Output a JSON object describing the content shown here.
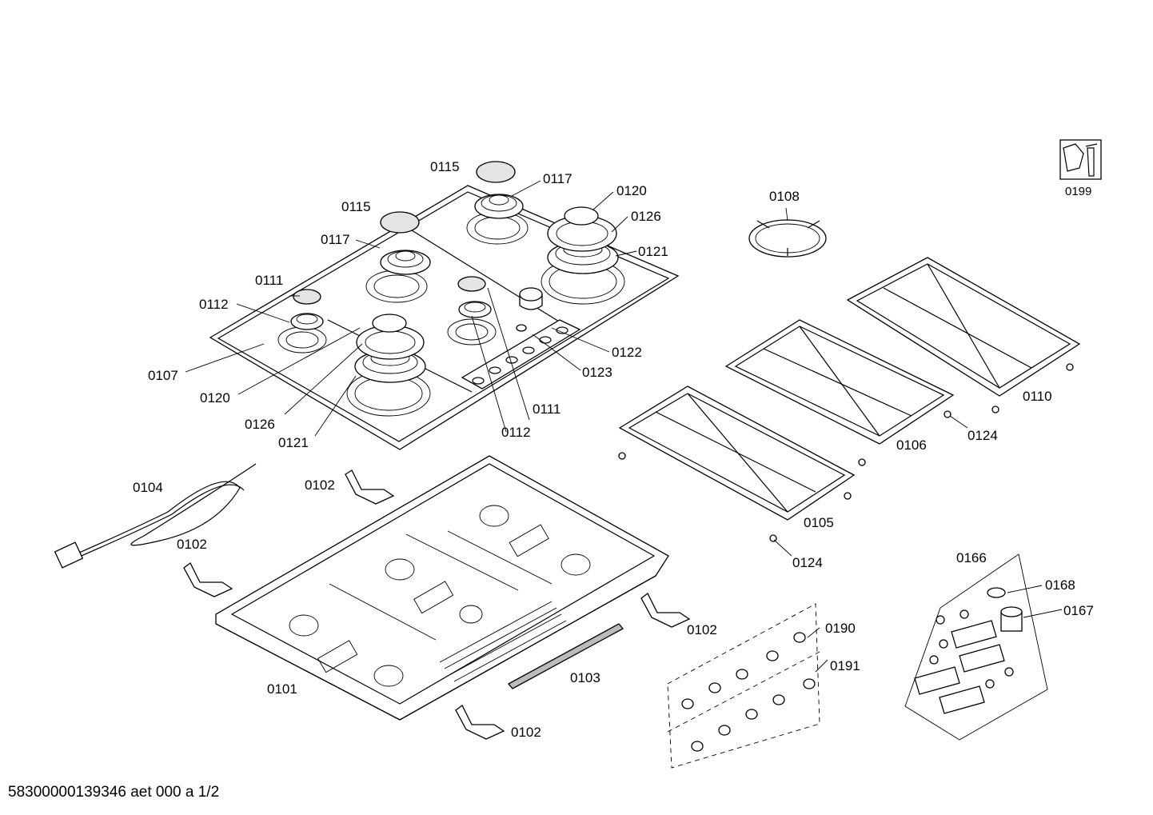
{
  "footer": {
    "doc_id": "58300000139346 aet 000 a 1/2"
  },
  "tool_icon": {
    "icon": "wrench-nut-icon",
    "label": "0199"
  },
  "labels": {
    "l0115a": "0115",
    "l0115b": "0115",
    "l0117a": "0117",
    "l0117b": "0117",
    "l0120a": "0120",
    "l0120b": "0120",
    "l0126a": "0126",
    "l0126b": "0126",
    "l0121a": "0121",
    "l0121b": "0121",
    "l0111a": "0111",
    "l0111b": "0111",
    "l0112a": "0112",
    "l0112b": "0112",
    "l0107": "0107",
    "l0122": "0122",
    "l0123": "0123",
    "l0108": "0108",
    "l0110": "0110",
    "l0106": "0106",
    "l0124a": "0124",
    "l0124b": "0124",
    "l0105": "0105",
    "l0104": "0104",
    "l0102a": "0102",
    "l0102b": "0102",
    "l0102c": "0102",
    "l0102d": "0102",
    "l0101": "0101",
    "l0103": "0103",
    "l0190": "0190",
    "l0191": "0191",
    "l0166": "0166",
    "l0168": "0168",
    "l0167": "0167"
  }
}
